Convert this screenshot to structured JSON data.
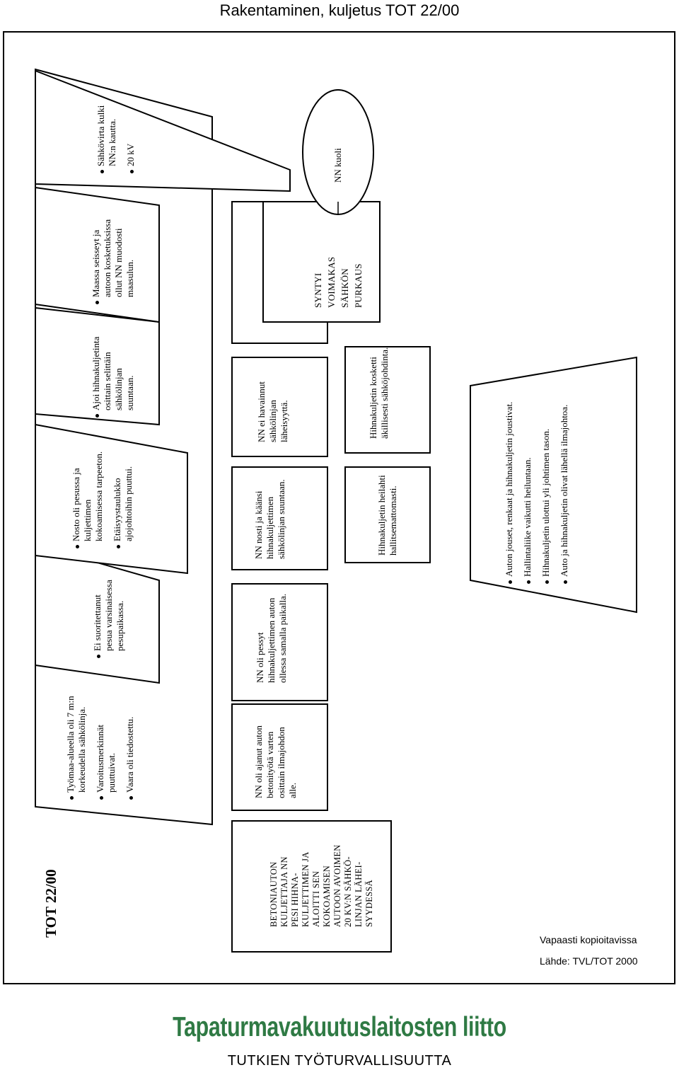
{
  "header": {
    "title": "Rakentaminen, kuljetus TOT 22/00"
  },
  "diagram": {
    "case_id": "TOT 22/00",
    "event": "BETONIAUTON KULJETTAJA NN PESI HIHNA-KULJETTIMEN JA ALOITTI SEN KOKOAMISEN AUTOON AVOIMEN 20 KV:N SÄHKÖ-LINJAN LÄHEI-SYYDESSÄ",
    "conditions": [
      {
        "bullets": [
          "Työmaa-alueella oli 7 m:n korkeudella sähkölinja.",
          "Varoitusmerkinnät puuttuivat.",
          "Vaara oli tiedostettu."
        ]
      },
      {
        "bullets": [
          "Ei suoritettanut pesua varsinaisessa pesupaikassa."
        ]
      },
      {
        "bullets": [
          "Nosto oli pesussa ja kuljettimen kokoamisessa tarpeeton.",
          "Etäisyystaulukko ajojohtoihin puuttui."
        ]
      },
      {
        "bullets": [
          "Ajoi hihnakuljetinta osittain selittäin sähkölinjan suuntaan."
        ]
      },
      {
        "bullets": [
          "Maassa seisseyt ja autoon kosketuksissa ollut NN muodosti maasulun."
        ]
      },
      {
        "bullets": [
          "Sähkövirta kulki NN:n kautta.",
          "20 kV"
        ]
      }
    ],
    "actions": [
      "NN oli ajanut auton betonityötä varten osittain ilmajohdon alle.",
      "NN oli pessyt hihnakuljettimen auton ollessa samalla paikalla.",
      "NN nosti ja käänsi hihnakuljettimen sähkölinjan suuntaan.",
      "NN ei havainnut sähkölinjan läheisyyttä."
    ],
    "events": [
      "Hihnakuljetin heilahti hallitsemattomasti.",
      "Hihnakuljetin kosketti äkillisesti sähköjohdinta.",
      "SYNTYI VOIMAKAS SÄHKÖN PURKAUS"
    ],
    "outcome": "NN kuoli",
    "factors": [
      "Auton jouset, renkaat ja hihnakuljetin joustivat.",
      "Hallintaliike vaikutti heiluntaan.",
      "Hihnakuljetin ulottui yli johtimen tason.",
      "Auto ja hihnakuljetin olivat lähellä ilmajohtoa."
    ]
  },
  "footer": {
    "copy_note": "Vapaasti kopioitavissa",
    "source": "Lähde: TVL/TOT 2000",
    "organization": "Tapaturmavakuutuslaitosten liitto",
    "unit": "TUTKIEN TYÖTURVALLISUUTTA",
    "org_color": "#2f7a44"
  }
}
